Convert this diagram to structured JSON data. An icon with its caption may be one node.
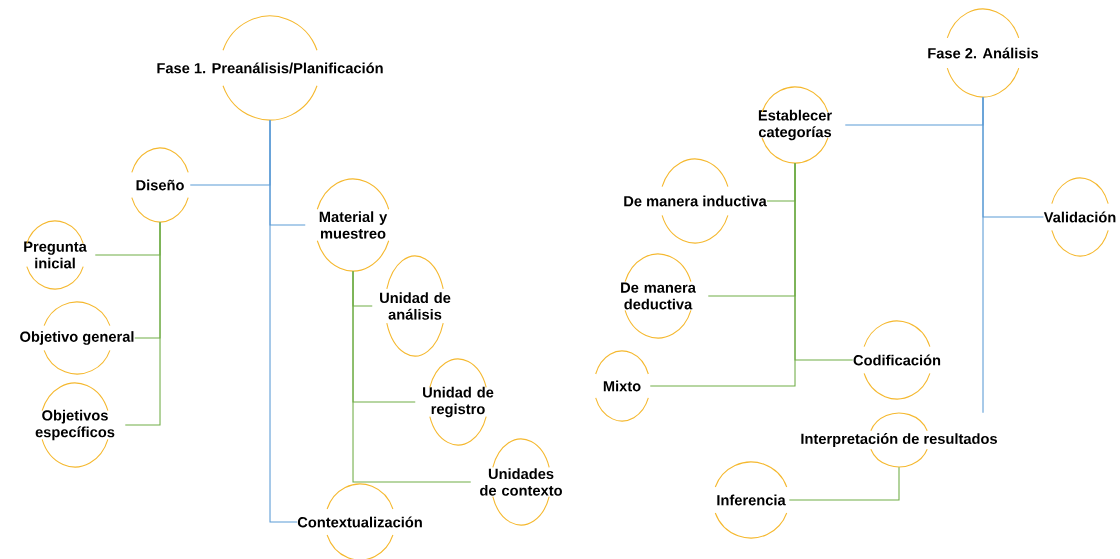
{
  "diagram": {
    "nodes": [
      {
        "text": [
          "Fase 1. Preanálisis/Planificación"
        ]
      },
      {
        "text": [
          "Diseño"
        ]
      },
      {
        "text": [
          "Material y muestreo"
        ]
      },
      {
        "text": [
          "Pregunta inicial"
        ]
      },
      {
        "text": [
          "Objetivo general"
        ]
      },
      {
        "text": [
          "Objetivos específicos"
        ]
      },
      {
        "text": [
          "Unidad de análisis"
        ]
      },
      {
        "text": [
          "Unidad de registro"
        ]
      },
      {
        "text": [
          "Unidades de contexto"
        ]
      },
      {
        "text": [
          "Contextualización"
        ]
      },
      {
        "text": [
          "Fase 2. Análisis"
        ]
      },
      {
        "text": [
          "Establecer categorías"
        ]
      },
      {
        "text": [
          "Validación"
        ]
      },
      {
        "text": [
          "De manera inductiva"
        ]
      },
      {
        "text": [
          "De manera deductiva"
        ]
      },
      {
        "text": [
          "Codificación"
        ]
      },
      {
        "text": [
          "Mixto"
        ]
      },
      {
        "text": [
          "Interpretación de resultados"
        ]
      },
      {
        "text": [
          "Inferencia"
        ]
      }
    ],
    "edges": [
      {
        "from": 0,
        "to": 1,
        "arrow": "none",
        "color": "#5b9bd5"
      },
      {
        "from": 0,
        "to": 2,
        "arrow": "none",
        "color": "#5b9bd5"
      },
      {
        "from": 0,
        "to": 9,
        "arrow": "none",
        "color": "#5b9bd5"
      },
      {
        "from": 1,
        "to": 3,
        "arrow": "none"
      },
      {
        "from": 1,
        "to": 4,
        "arrow": "none"
      },
      {
        "from": 1,
        "to": 5,
        "arrow": "none"
      },
      {
        "from": 2,
        "to": 6,
        "arrow": "none"
      },
      {
        "from": 2,
        "to": 7,
        "arrow": "none"
      },
      {
        "from": 2,
        "to": 8,
        "arrow": "none"
      },
      {
        "from": 10,
        "to": 11,
        "arrow": "none",
        "color": "#5b9bd5"
      },
      {
        "from": 10,
        "to": 12,
        "arrow": "none",
        "color": "#5b9bd5"
      },
      {
        "from": 10,
        "to": 17,
        "arrow": "none",
        "color": "#5b9bd5"
      },
      {
        "from": 11,
        "to": 13,
        "arrow": "none"
      },
      {
        "from": 11,
        "to": 14,
        "arrow": "none"
      },
      {
        "from": 11,
        "to": 15,
        "arrow": "none"
      },
      {
        "from": 11,
        "to": 16,
        "arrow": "none"
      },
      {
        "from": 17,
        "to": 18,
        "arrow": "none"
      }
    ]
  }
}
